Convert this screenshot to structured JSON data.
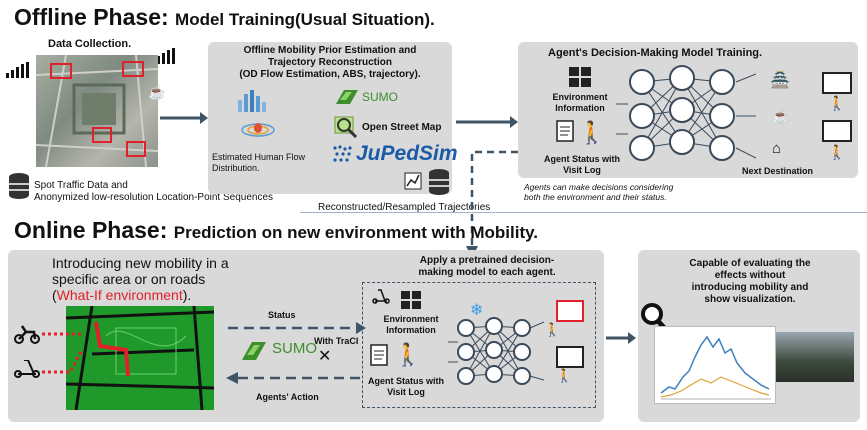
{
  "offline": {
    "title_main": "Offline Phase:",
    "title_sub": "Model Training(Usual Situation).",
    "data_collection": "Data Collection.",
    "spot_traffic_1": "Spot Traffic Data and",
    "spot_traffic_2": "Anonymized low-resolution Location-Point Sequences",
    "prior_title_1": "Offline Mobility Prior Estimation and",
    "prior_title_2": "Trajectory Reconstruction",
    "prior_title_3": "(OD Flow Estimation, ABS, trajectory).",
    "sumo_label": "SUMO",
    "osm_label": "Open Street Map",
    "jupedsim_label": "JuPedSim",
    "human_flow_1": "Estimated Human Flow",
    "human_flow_2": "Distribution.",
    "reconstructed": "Reconstructed/Resampled Trajectories",
    "agent_title": "Agent's Decision-Making Model Training.",
    "env_info_1": "Environment",
    "env_info_2": "Information",
    "agent_status_1": "Agent Status with",
    "agent_status_2": "Visit Log",
    "next_destination": "Next Destination",
    "agents_note_1": "Agents can make decisions considering",
    "agents_note_2": "both the environment and their status."
  },
  "online": {
    "title_main": "Online Phase:",
    "title_sub": "Prediction on new environment with Mobility.",
    "intro_1": "Introducing new mobility in a",
    "intro_2": "specific area or on roads",
    "intro_3_open": "(",
    "intro_3_red": "What-If environment",
    "intro_3_close": ").",
    "status_label": "Status",
    "with_traci": "With TraCI",
    "sumo_label": "SUMO",
    "agents_action": "Agents' Action",
    "apply_title_1": "Apply a pretrained decision-",
    "apply_title_2": "making model to each agent.",
    "env_info_1": "Environment",
    "env_info_2": "Information",
    "agent_status_1": "Agent Status with",
    "agent_status_2": "Visit Log",
    "eval_1": "Capable of evaluating the",
    "eval_2": "effects without",
    "eval_3": "introducing mobility and",
    "eval_4": "show visualization."
  },
  "colors": {
    "panel": "#d9d9d9",
    "arrow": "#3f5466",
    "red": "#e0202a",
    "sumo_green": "#3d8f2b",
    "jupedsim_blue": "#1a5aa6",
    "map_green": "#1f9a2a"
  }
}
